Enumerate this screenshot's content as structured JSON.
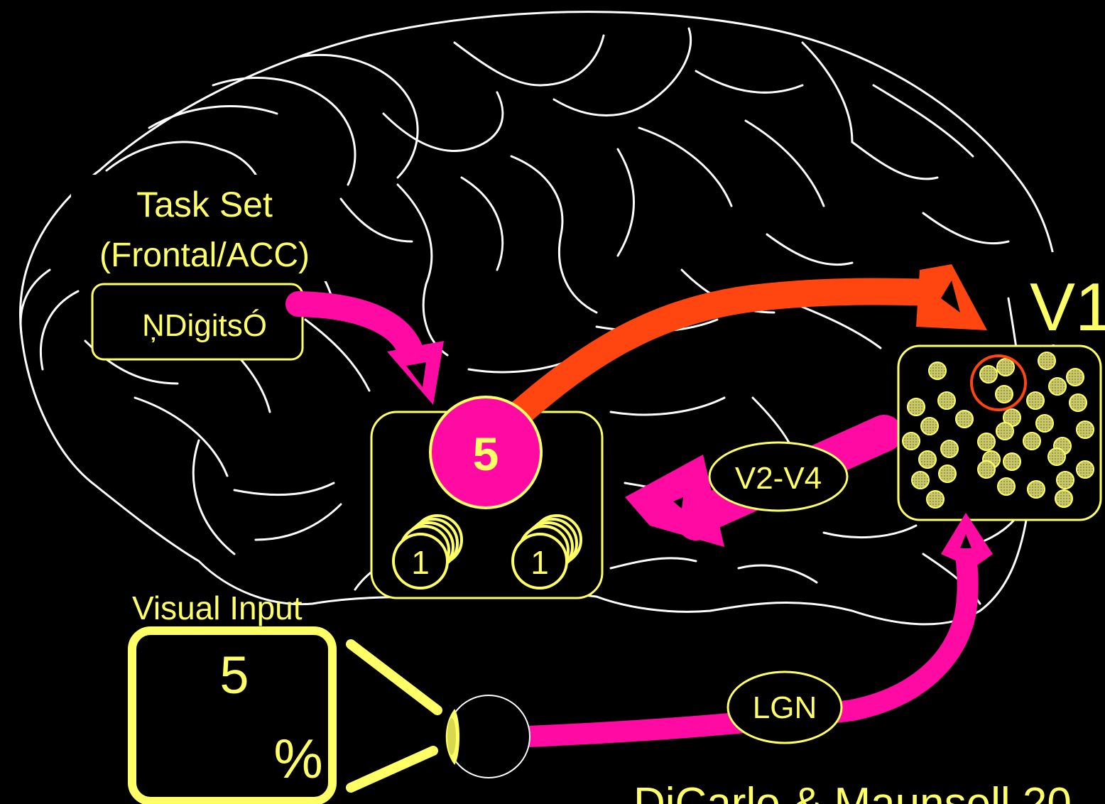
{
  "task_set": {
    "line1": "Task Set",
    "line2": "(Frontal/ACC)"
  },
  "digits_box": {
    "label": "ŅDigitsÓ"
  },
  "v1": {
    "label": "V1"
  },
  "center_unit": {
    "value": "5"
  },
  "small_units": [
    {
      "value": "1"
    },
    {
      "value": "1"
    }
  ],
  "v2v4": {
    "label": "V2-V4"
  },
  "lgn": {
    "label": "LGN"
  },
  "visual_input": {
    "label": "Visual Input",
    "digit": "5",
    "symbol": "%"
  },
  "citation": {
    "text": "DiCarlo & Maunsell 20"
  },
  "colors": {
    "background": "#000000",
    "brain_outline": "#ffffff",
    "box_stroke": "#ffff66",
    "text": "#ffff66",
    "magenta": "#ff0aa3",
    "orange": "#ff4510",
    "v1_dot": "#c8c86a"
  }
}
